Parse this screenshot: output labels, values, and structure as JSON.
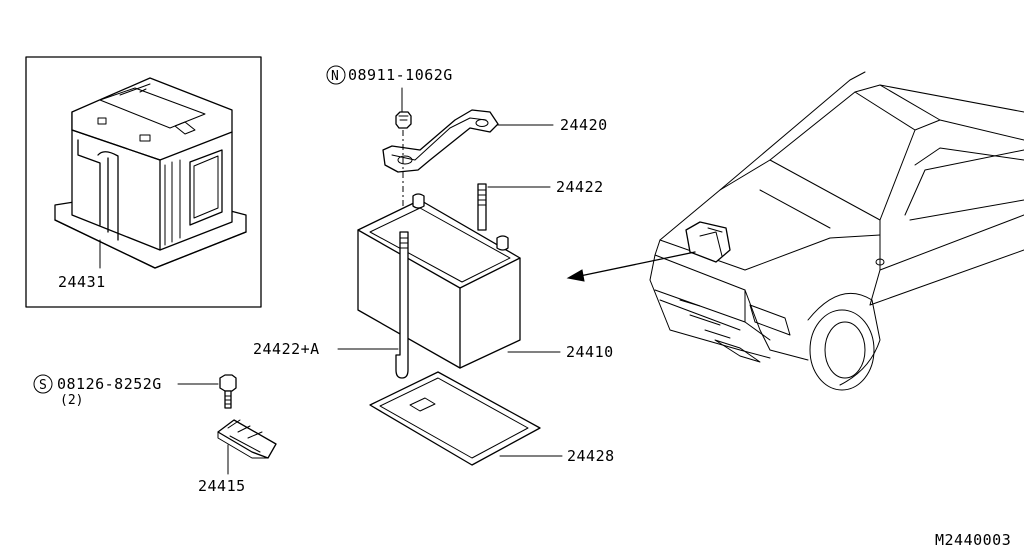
{
  "diagram": {
    "parts": {
      "inset_label": "24431",
      "nut_prefix": "N",
      "nut_part": "08911-1062G",
      "bracket": "24420",
      "rod": "24422",
      "rod_a": "24422+A",
      "battery": "24410",
      "tray": "24428",
      "bolt_prefix": "S",
      "bolt_part": "08126-8252G",
      "bolt_qty": "(2)",
      "clamp": "24415"
    },
    "figure_code": "M2440003"
  }
}
